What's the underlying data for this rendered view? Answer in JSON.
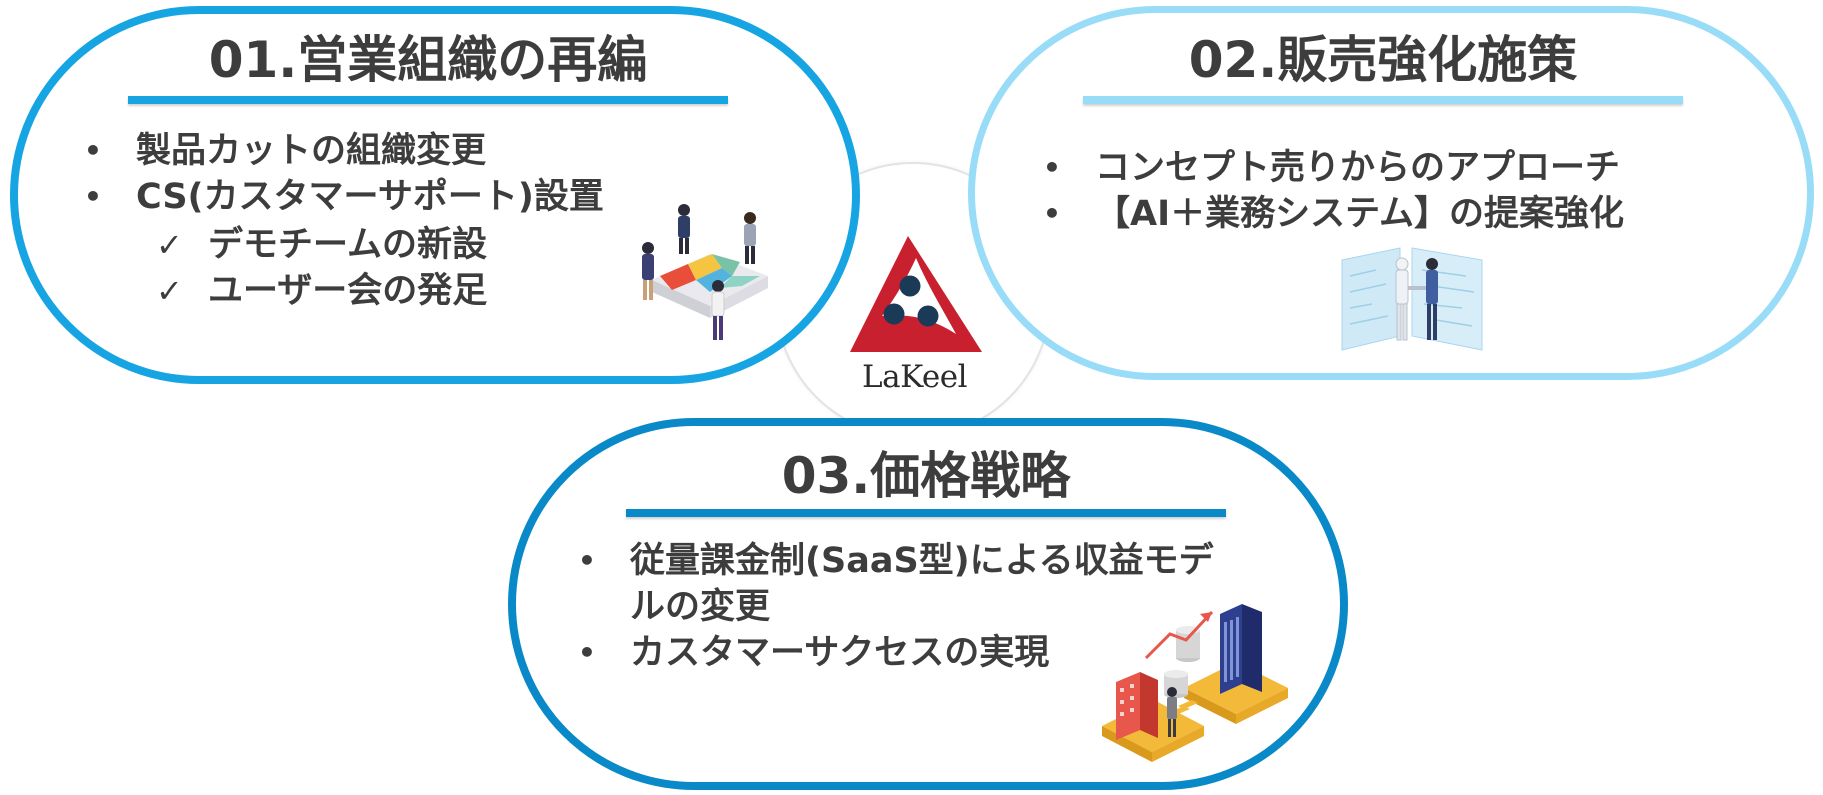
{
  "logo": {
    "text": "LaKeel"
  },
  "sections": [
    {
      "title": "01.営業組織の再編",
      "bullets": [
        "製品カットの組織変更",
        "CS(カスタマーサポート)設置"
      ],
      "checks": [
        "デモチームの新設",
        "ユーザー会の発足"
      ],
      "bullet_glyph": "•",
      "check_glyph": "✓"
    },
    {
      "title": "02.販売強化施策",
      "bullets": [
        "コンセプト売りからのアプローチ",
        "【AI＋業務システム】の提案強化"
      ],
      "bullet_glyph": "•"
    },
    {
      "title": "03.価格戦略",
      "bullets": [
        "従量課金制(SaaS型)による収益モデ",
        "ルの変更",
        "カスタマーサクセスの実現"
      ],
      "bullet_glyph": "•"
    }
  ],
  "colors": {
    "pill1": "#16a4e3",
    "pill2": "#99dcf7",
    "pill3": "#0989c7",
    "logo_red": "#c8202f",
    "logo_navy": "#1b3a58",
    "text": "#3d3d3d"
  },
  "icons": [
    "puzzle-team-illustration",
    "ai-handshake-illustration",
    "business-growth-illustration",
    "lakeel-triangle-logo-icon"
  ]
}
